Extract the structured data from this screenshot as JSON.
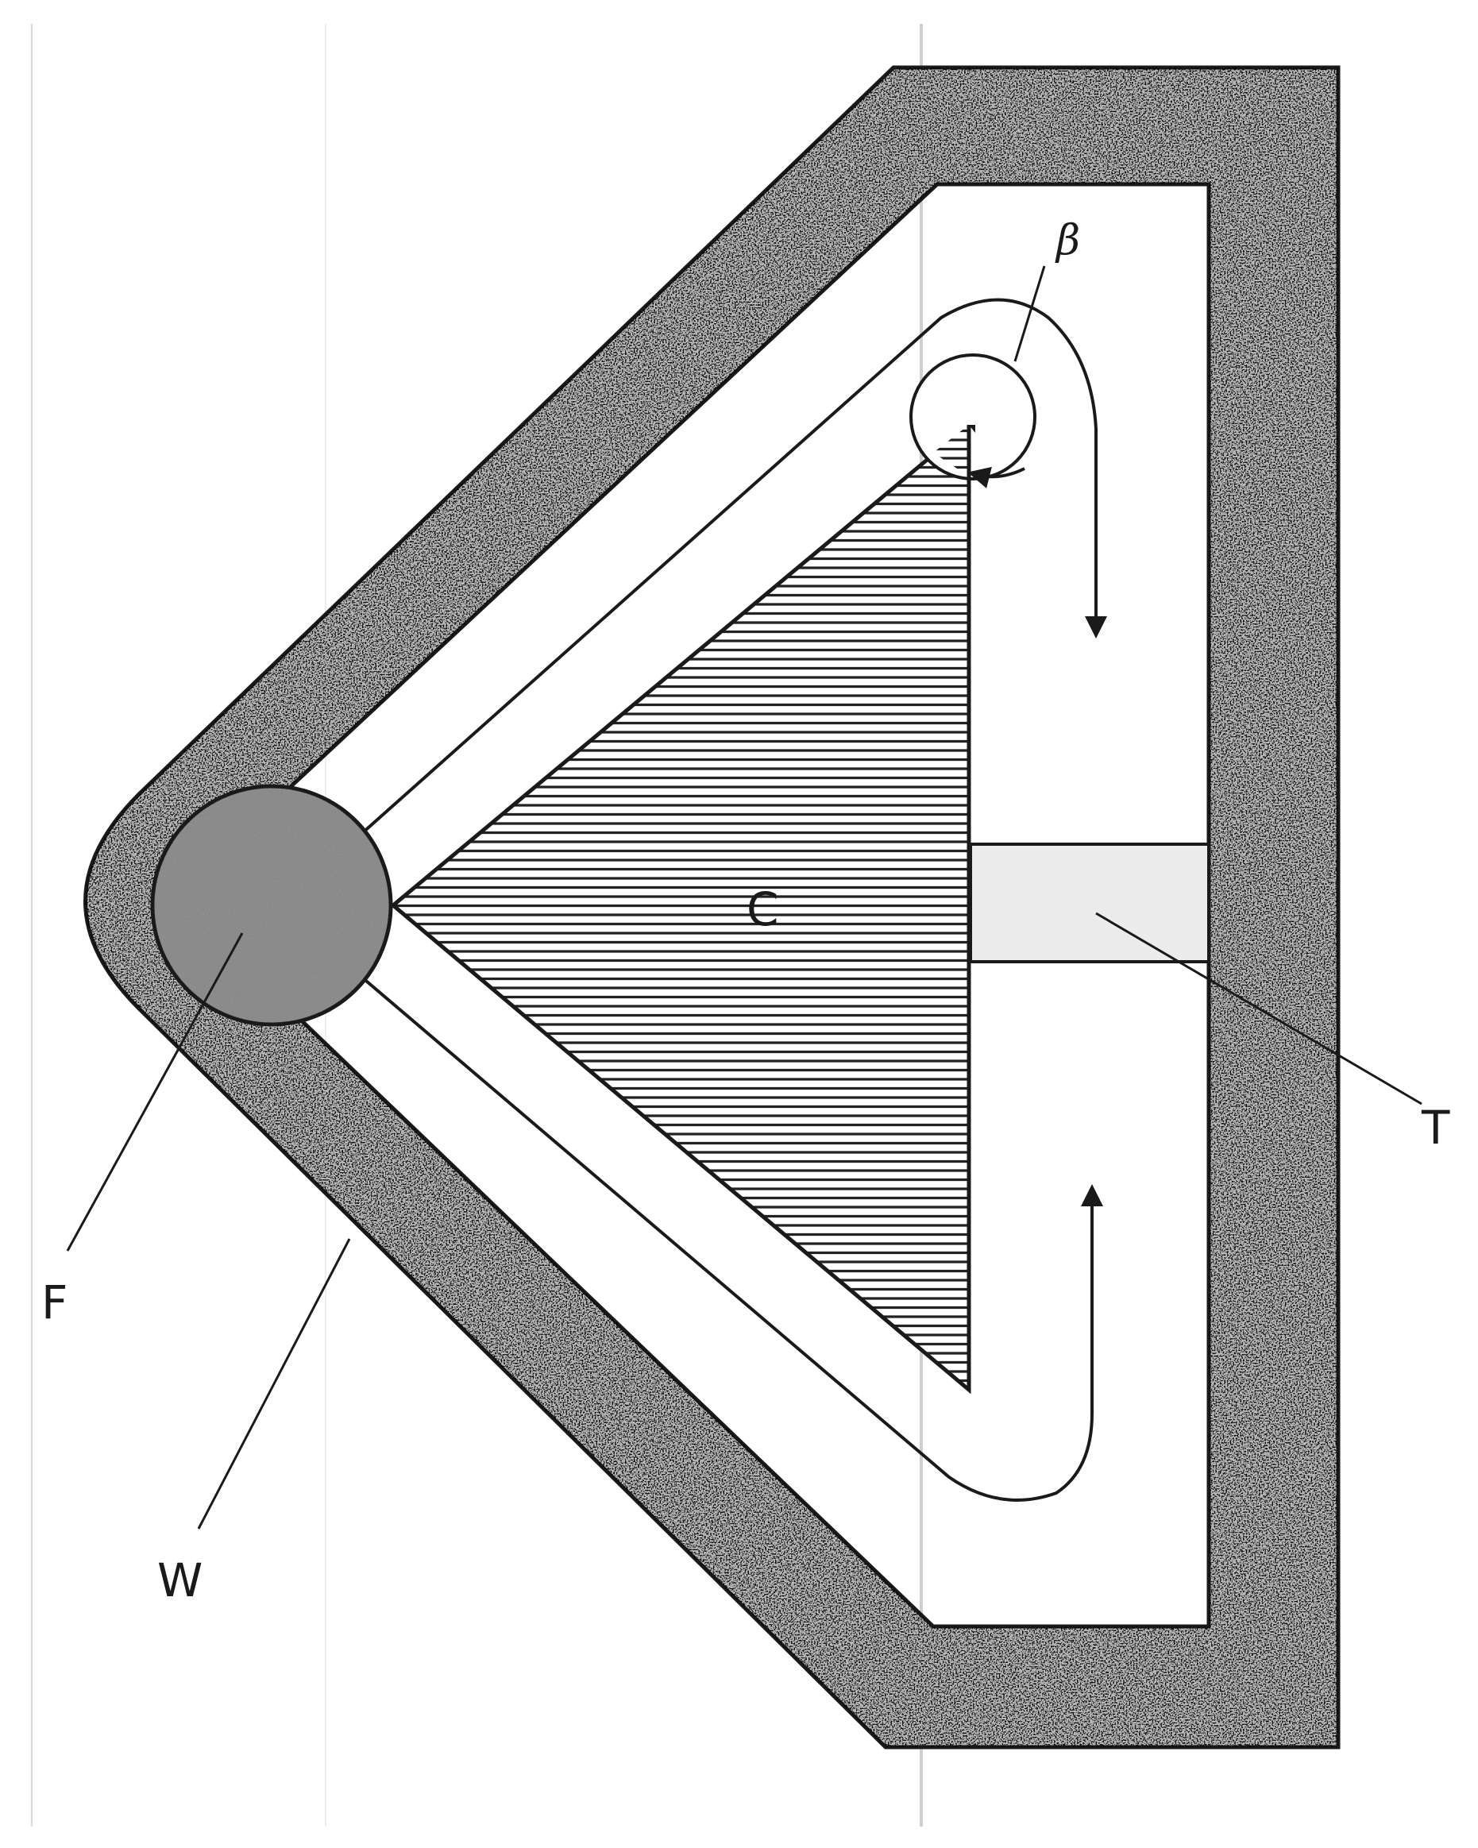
{
  "diagram": {
    "labels": {
      "beta": "β",
      "c": "C",
      "t": "T",
      "f": "F",
      "w": "W"
    },
    "colors": {
      "wall_fill": "#9c9c9c",
      "wall_speckle": "#3a3a3a",
      "core_hatch": "#222222",
      "focus_fill": "#8f8f8f",
      "target_fill": "#ececec",
      "line": "#1a1a1a"
    }
  }
}
